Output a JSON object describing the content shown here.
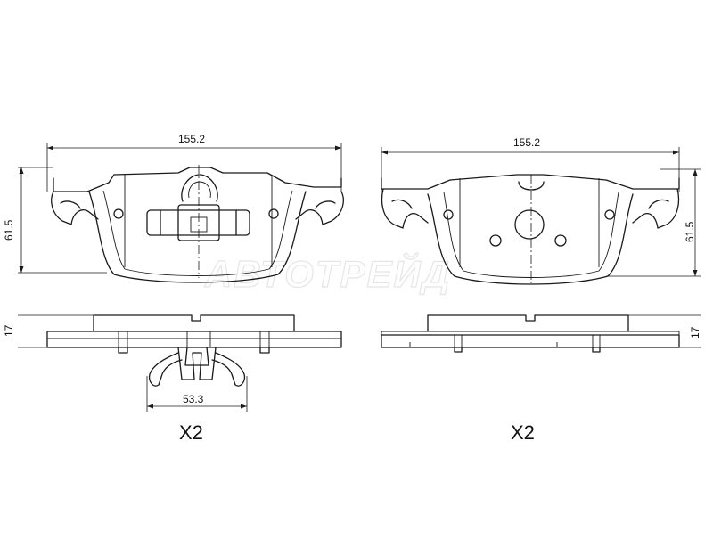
{
  "watermark": "AВТОТРЕЙД",
  "colors": {
    "line": "#1a1a1a",
    "watermark": "#e6e6e6",
    "background": "#ffffff"
  },
  "left_pad": {
    "width_label": "155.2",
    "height_label": "61.5",
    "thickness_label": "17",
    "clip_width_label": "53.3",
    "quantity_label": "X2"
  },
  "right_pad": {
    "width_label": "155.2",
    "height_label": "61.5",
    "thickness_label": "17",
    "quantity_label": "X2"
  }
}
